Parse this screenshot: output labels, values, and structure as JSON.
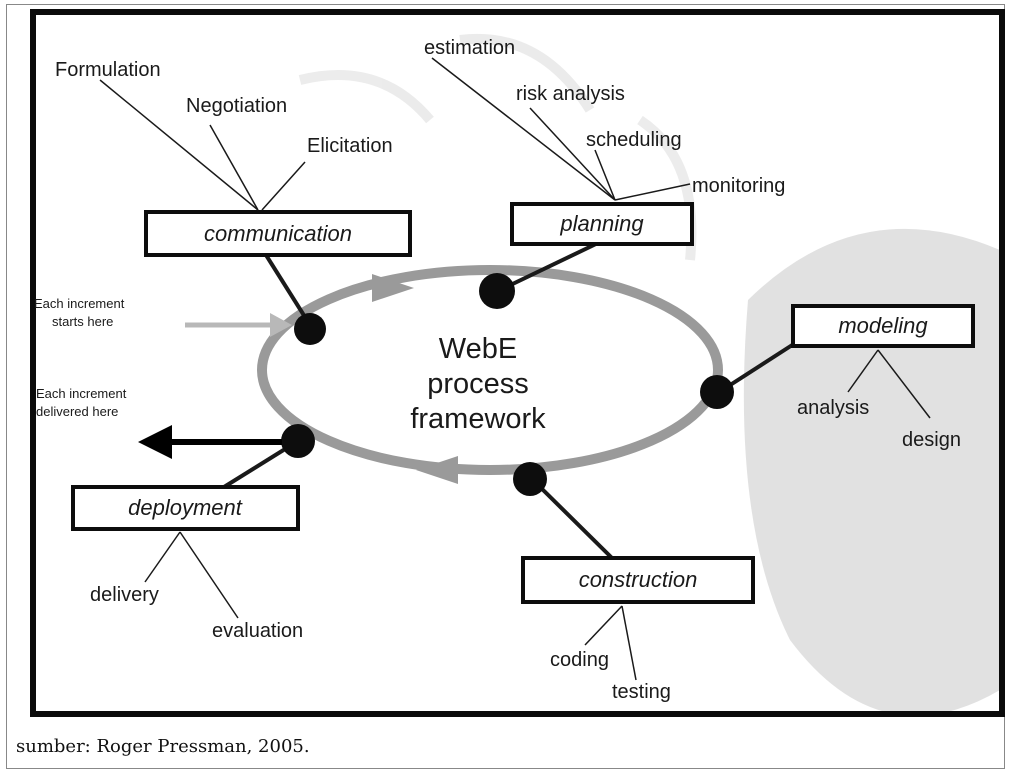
{
  "colors": {
    "ring": "#9a9a9a",
    "node": "#0d0d0d",
    "line": "#1a1a1a",
    "arrow_in": "#b8b8b8",
    "arrow_out": "#000000",
    "watermark": "#d4d4d4"
  },
  "diagram": {
    "center": {
      "line1": "WebE",
      "line2": "process",
      "line3": "framework"
    },
    "activities": {
      "communication": {
        "label": "communication",
        "tasks": [
          "Formulation",
          "Negotiation",
          "Elicitation"
        ]
      },
      "planning": {
        "label": "planning",
        "tasks": [
          "estimation",
          "risk analysis",
          "scheduling",
          "monitoring"
        ]
      },
      "modeling": {
        "label": "modeling",
        "tasks": [
          "analysis",
          "design"
        ]
      },
      "construction": {
        "label": "construction",
        "tasks": [
          "coding",
          "testing"
        ]
      },
      "deployment": {
        "label": "deployment",
        "tasks": [
          "delivery",
          "evaluation"
        ]
      }
    },
    "notes": {
      "start": {
        "line1": "Each increment",
        "line2": "starts here"
      },
      "delivered": {
        "line1": "Each increment",
        "line2": "delivered here"
      }
    }
  },
  "caption": "sumber: Roger Pressman, 2005."
}
